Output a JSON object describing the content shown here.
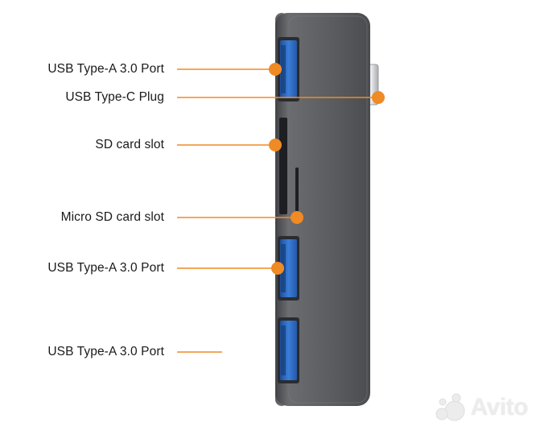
{
  "callouts": [
    {
      "id": "usb-a-top",
      "text": "USB Type-A 3.0 Port"
    },
    {
      "id": "usb-c-plug",
      "text": "USB Type-C Plug"
    },
    {
      "id": "sd-slot",
      "text": "SD card slot"
    },
    {
      "id": "micro-sd-slot",
      "text": "Micro SD card slot"
    },
    {
      "id": "usb-a-middle",
      "text": "USB Type-A 3.0 Port"
    },
    {
      "id": "usb-a-bottom",
      "text": "USB Type-A 3.0 Port"
    }
  ],
  "colors": {
    "accent": "#f08a24",
    "device_body": "#5c5e62",
    "device_edge": "#6f7175",
    "usb_port_blue": "#2f6fc9"
  },
  "watermark": {
    "text": "Avito",
    "icon": "avito-logo-icon"
  }
}
